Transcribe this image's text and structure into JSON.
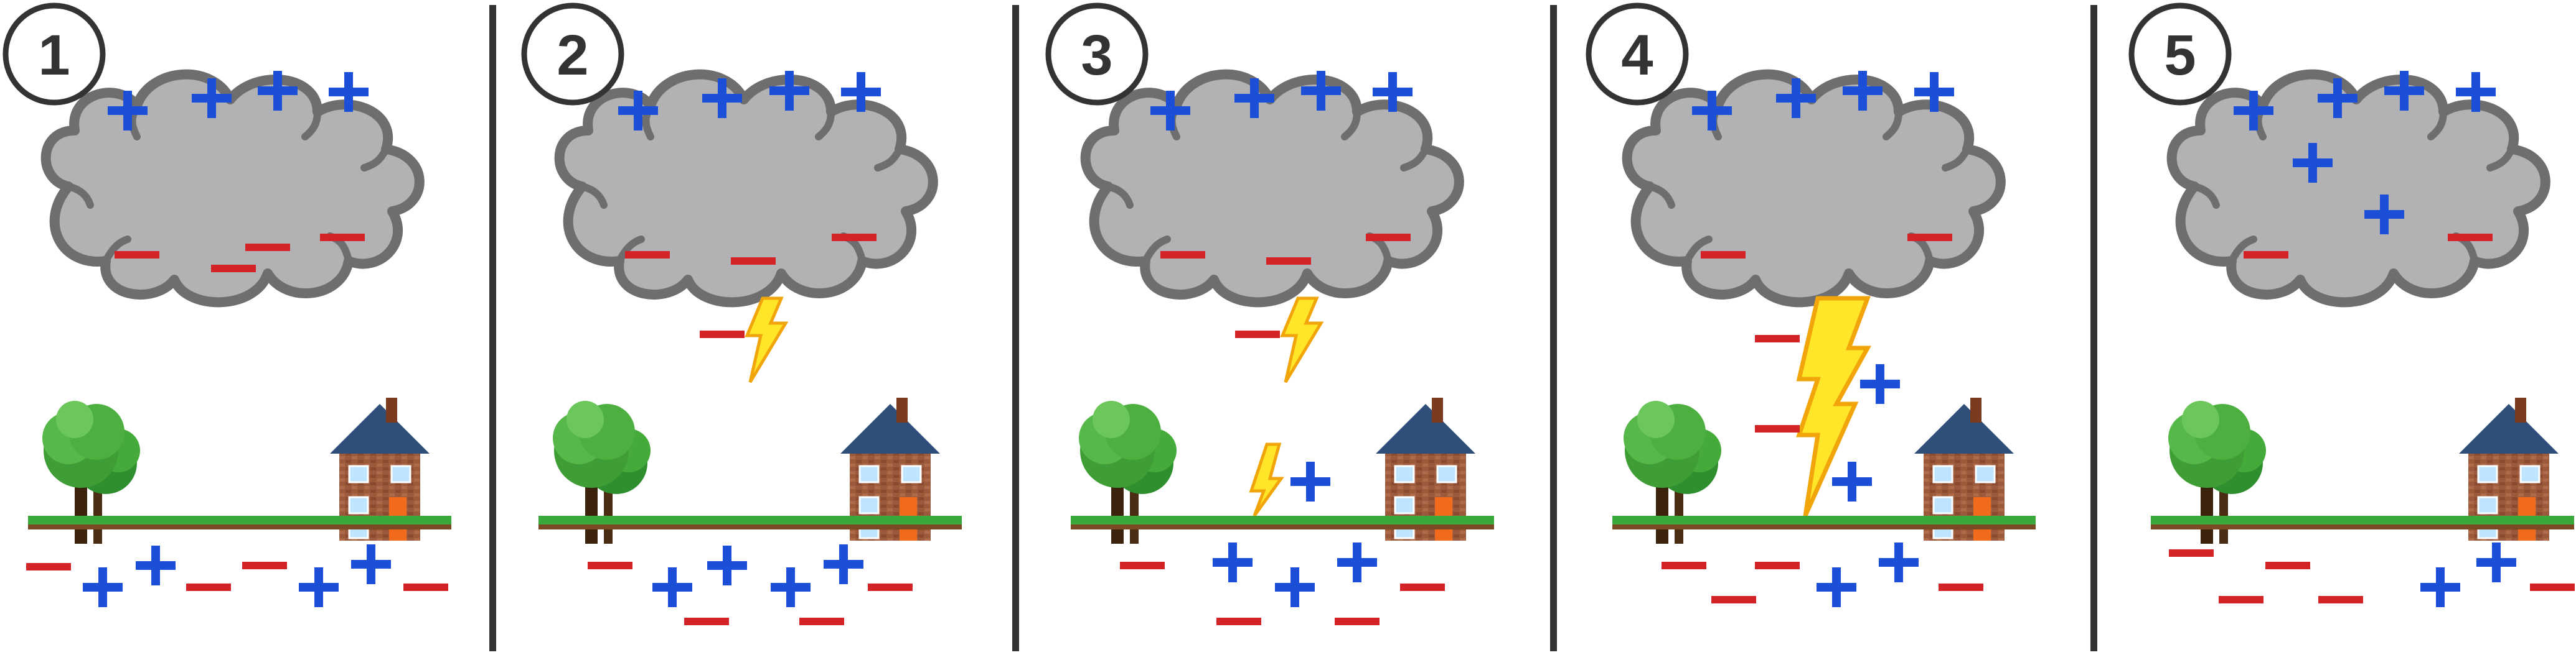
{
  "colors": {
    "background": "#ffffff",
    "cloud_fill": "#b2b2b4",
    "cloud_stroke": "#6e6e70",
    "positive": "#1b4fd8",
    "negative": "#d32326",
    "ground_grass": "#3aa83a",
    "ground_soil": "#7a4a25",
    "lightning_fill": "#ffe629",
    "lightning_stroke": "#f2a50a",
    "divider": "#333333",
    "badge_stroke": "#333333"
  },
  "panels": [
    {
      "number": "1",
      "cloud_plus": "+ + + +",
      "cloud_minus": "— — — —",
      "ground_charges": "— + + — — + + —"
    },
    {
      "number": "2",
      "cloud_plus": "+ + + +",
      "cloud_minus": "— — —",
      "ground_charges": "— + + + + —"
    },
    {
      "number": "3",
      "cloud_plus": "+ + + +",
      "cloud_minus": "— — —",
      "ground_charges": "— + + + —"
    },
    {
      "number": "4",
      "cloud_plus": "+ + + +",
      "cloud_minus": "— —",
      "ground_charges": "— — + + —"
    },
    {
      "number": "5",
      "cloud_plus": "+ + + + + +",
      "cloud_minus": "— —",
      "ground_charges": "— — — — + + —"
    }
  ]
}
